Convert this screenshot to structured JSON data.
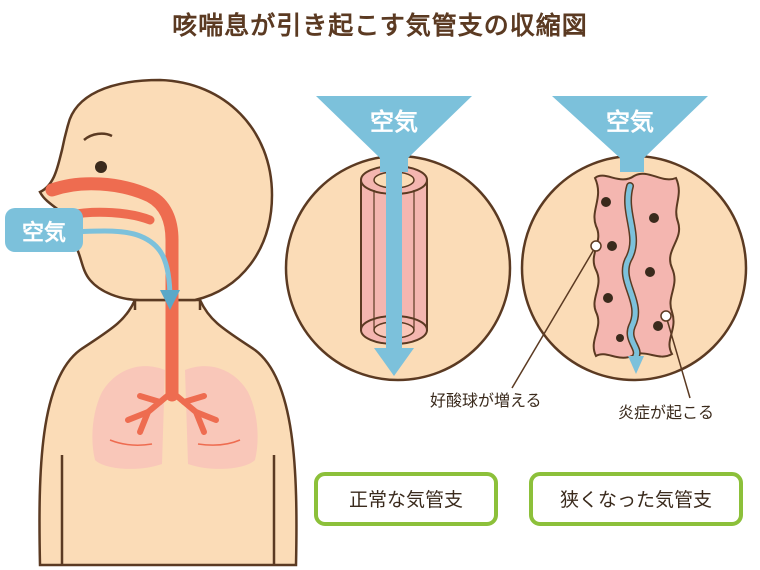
{
  "title": "咳喘息が引き起こす気管支の収縮図",
  "air_label_left": "空気",
  "air_label_normal": "空気",
  "air_label_narrow": "空気",
  "annotation_eosinophil": "好酸球が増える",
  "annotation_inflammation": "炎症が起こる",
  "caption_normal": "正常な気管支",
  "caption_narrow": "狭くなった気管支",
  "colors": {
    "skin": "#fbdcb7",
    "outline": "#5b3a22",
    "airway": "#ee6c50",
    "air": "#7cc1db",
    "lung": "#f9c7b9",
    "bronchus_wall": "#f4b6b0",
    "caption_border": "#8cc03a"
  }
}
